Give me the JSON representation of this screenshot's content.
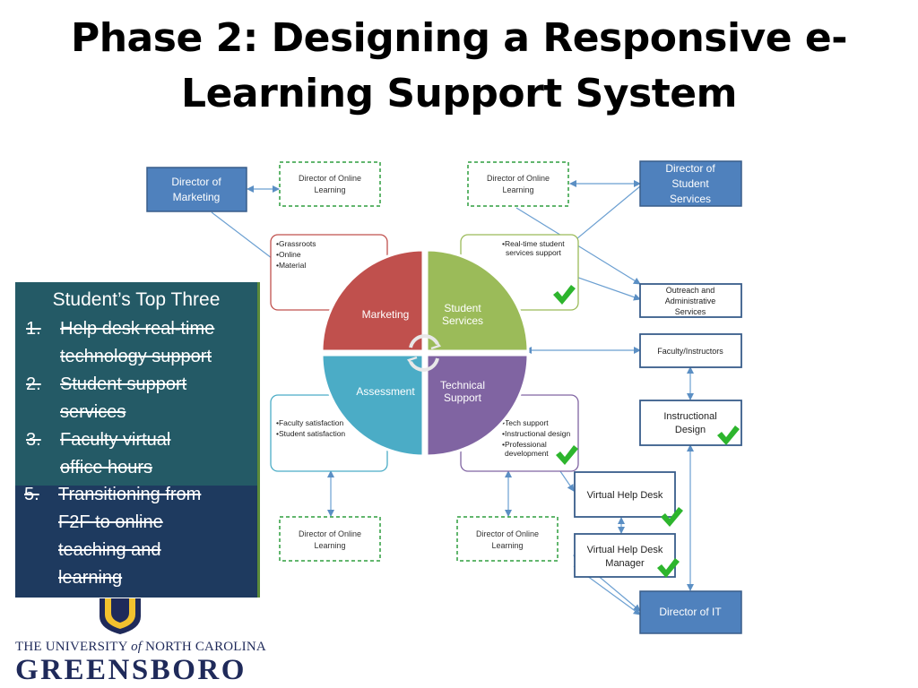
{
  "title": {
    "line1": "Phase 2: Designing a Responsive e-",
    "line2": "Learning Support System"
  },
  "boxes": {
    "director_marketing": [
      "Director of",
      "Marketing"
    ],
    "director_online_1": [
      "Director of Online",
      "Learning"
    ],
    "director_online_2": [
      "Director of Online",
      "Learning"
    ],
    "director_student_services": [
      "Director of",
      "Student",
      "Services"
    ],
    "outreach": [
      "Outreach and",
      "Administrative",
      "Services"
    ],
    "faculty": [
      "Faculty/Instructors"
    ],
    "instructional_design": [
      "Instructional",
      "Design"
    ],
    "virtual_help_desk": [
      "Virtual Help Desk"
    ],
    "virtual_help_desk_manager": [
      "Virtual Help Desk",
      "Manager"
    ],
    "director_it": [
      "Director of IT"
    ],
    "director_online_3": [
      "Director of Online",
      "Learning"
    ],
    "director_online_4": [
      "Director of Online",
      "Learning"
    ]
  },
  "lists": {
    "marketing": [
      "•Grassroots",
      "•Online",
      "•Material"
    ],
    "student_services": [
      "•Real-time student",
      "services support"
    ],
    "assessment": [
      "•Faculty satisfaction",
      "•Student satisfaction"
    ],
    "technical": [
      "•Tech support",
      "•Instructional design",
      "•Professional",
      "development"
    ]
  },
  "quadrants": {
    "marketing": "Marketing",
    "student_services": [
      "Student",
      "Services"
    ],
    "assessment": "Assessment",
    "technical_support": [
      "Technical",
      "Support"
    ]
  },
  "colors": {
    "marketing": "#c0504d",
    "student_services": "#9bbb59",
    "assessment": "#4bacc6",
    "technical_support": "#8064a2",
    "blue_box": "#4f81bd",
    "dashed_green": "#2e9e3e",
    "check": "#2db52d"
  },
  "callout": {
    "title": "Student’s Top Three",
    "items": [
      {
        "num": "1.",
        "lines": [
          "Help desk real-time",
          "technology support"
        ]
      },
      {
        "num": "2.",
        "lines": [
          "Student support",
          "services"
        ]
      },
      {
        "num": "3.",
        "lines": [
          "Faculty virtual",
          "office hours"
        ]
      },
      {
        "num": "5.",
        "lines": [
          "Transitioning from",
          "F2F to online",
          "teaching and",
          "learning"
        ]
      }
    ]
  },
  "logo": {
    "line1_pre": "THE UNIVERSITY ",
    "line1_of": "of",
    "line1_post": " NORTH CAROLINA",
    "line2": "GREENSBORO"
  },
  "icons": [
    "checkmark-icon",
    "cycle-arrows-icon",
    "crest-icon"
  ]
}
